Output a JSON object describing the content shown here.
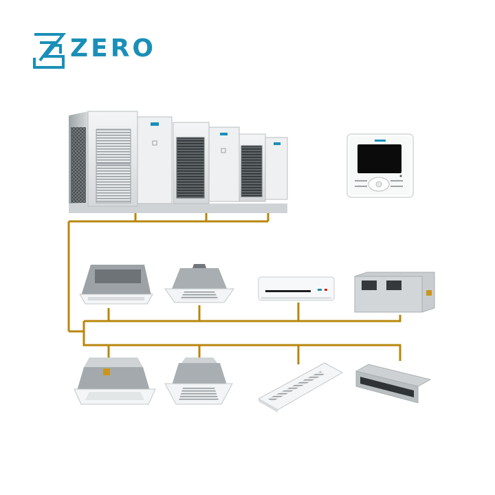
{
  "brand": {
    "name": "ZERO",
    "color": "#1a8fb8"
  },
  "diagram": {
    "pipe_color": "#b8860b",
    "outdoor_unit": {
      "modules": 3,
      "icon": "vrf-outdoor-unit"
    },
    "controller": {
      "icon": "wired-controller"
    },
    "indoor_units_row1": [
      {
        "name": "one-way-cassette",
        "icon": "cassette-1way-icon"
      },
      {
        "name": "four-way-cassette",
        "icon": "cassette-4way-icon"
      },
      {
        "name": "wall-mounted",
        "icon": "wall-split-icon"
      },
      {
        "name": "high-static-duct",
        "icon": "duct-high-static-icon"
      }
    ],
    "indoor_units_row2": [
      {
        "name": "compact-cassette",
        "icon": "cassette-compact-icon"
      },
      {
        "name": "mini-four-way-cassette",
        "icon": "cassette-mini-icon"
      },
      {
        "name": "ceiling-floor",
        "icon": "ceiling-floor-icon"
      },
      {
        "name": "slim-duct",
        "icon": "duct-slim-icon"
      }
    ]
  }
}
